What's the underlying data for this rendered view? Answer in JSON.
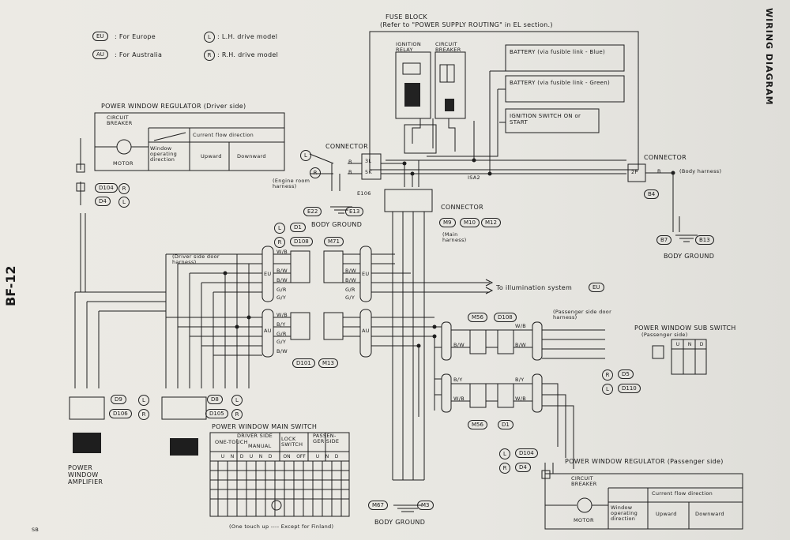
{
  "page_header": {
    "side_title": "WIRING DIAGRAM",
    "page_no": "BF-12",
    "corner_code": "SB"
  },
  "legend": [
    {
      "code": "EU",
      "text": ": For Europe"
    },
    {
      "code": "AU",
      "text": ": For Australia"
    },
    {
      "code": "L",
      "text": ": L.H. drive model"
    },
    {
      "code": "R",
      "text": ": R.H. drive model"
    }
  ],
  "fuse_block": {
    "title": "FUSE BLOCK",
    "ref": "(Refer to \"POWER SUPPLY ROUTING\" in EL section.)",
    "relay": "IGNITION RELAY",
    "breaker": "CIRCUIT BREAKER",
    "battery_blue": "BATTERY (via fusible link - Blue)",
    "battery_green": "BATTERY (via fusible link - Green)",
    "ign_switch": "IGNITION SWITCH ON or START"
  },
  "driver_regulator": {
    "title": "POWER WINDOW REGULATOR (Driver side)",
    "breaker": "CIRCUIT BREAKER",
    "motor": "MOTOR",
    "row_head": "Window operating direction",
    "col_head": "Current flow direction",
    "up": "Upward",
    "down": "Downward"
  },
  "passenger_regulator": {
    "title": "POWER WINDOW REGULATOR (Passenger side)",
    "breaker": "CIRCUIT BREAKER",
    "motor": "MOTOR",
    "row_head": "Window operating direction",
    "col_head": "Current flow direction",
    "up": "Upward",
    "down": "Downward"
  },
  "connectors": {
    "left_connector": "CONNECTOR",
    "engine_room": "(Engine room harness)",
    "e106": "E106",
    "pins_left": [
      "3L",
      "5K"
    ],
    "wires_left": [
      "B",
      "B"
    ],
    "e22": "E22",
    "e13": "E13",
    "body_ground": "BODY GROUND",
    "center_connector": "CONNECTOR",
    "m9": "M9",
    "m10": "M10",
    "m12": "M12",
    "main_harness": "(Main harness)",
    "right_connector": "CONNECTOR",
    "body_harness": "(Body harness)",
    "b4": "B4",
    "b7": "B7",
    "b13": "B13",
    "pin_2p": "2P",
    "wire_b": "B",
    "isa": "ISA2",
    "d1_sel": "D1",
    "d108_sel": "D108",
    "m71": "M71",
    "d101": "D101",
    "m13": "M13",
    "driver_door": "(Driver side door harness)",
    "illum": "To illumination system",
    "illum_code": "EU",
    "m56": "M56",
    "d108": "D108",
    "passenger_door": "(Passenger side door harness)",
    "d5": "D5",
    "d110": "D110",
    "d104": "D104",
    "d4": "D4",
    "d104_l": "D104",
    "d4_r": "D4",
    "d9": "D9",
    "d106": "D106",
    "d8": "D8",
    "d105": "D105",
    "m67": "M67",
    "m3": "M3",
    "m56b": "M56",
    "d1b": "D1"
  },
  "sub_switch": {
    "title": "POWER WINDOW SUB SWITCH",
    "sub": "(Passenger side)",
    "heads": [
      "U",
      "N",
      "D"
    ]
  },
  "amplifier": {
    "title": "POWER WINDOW AMPLIFIER"
  },
  "main_switch": {
    "title": "POWER WINDOW MAIN SWITCH",
    "driver_side": "DRIVER SIDE",
    "one_touch": "ONE-TOUCH",
    "manual": "MANUAL",
    "lock_switch": "LOCK SWITCH",
    "passenger_side": "PASSEN-GER SIDE",
    "heads": [
      "U",
      "N",
      "D",
      "U",
      "N",
      "D",
      "ON",
      "OFF",
      "U",
      "N",
      "D"
    ],
    "footnote": "(One touch up ---- Except for Finland)"
  },
  "wire_labels": {
    "eu_block": [
      "W/B",
      "B/W",
      "B/W",
      "G/R",
      "G/Y"
    ],
    "au_block": [
      "W/B",
      "B/Y",
      "G/R",
      "G/Y",
      "B/W"
    ],
    "pass_top": [
      "W/B",
      "B/W"
    ],
    "pass_bot": [
      "B/Y",
      "W/B"
    ]
  }
}
